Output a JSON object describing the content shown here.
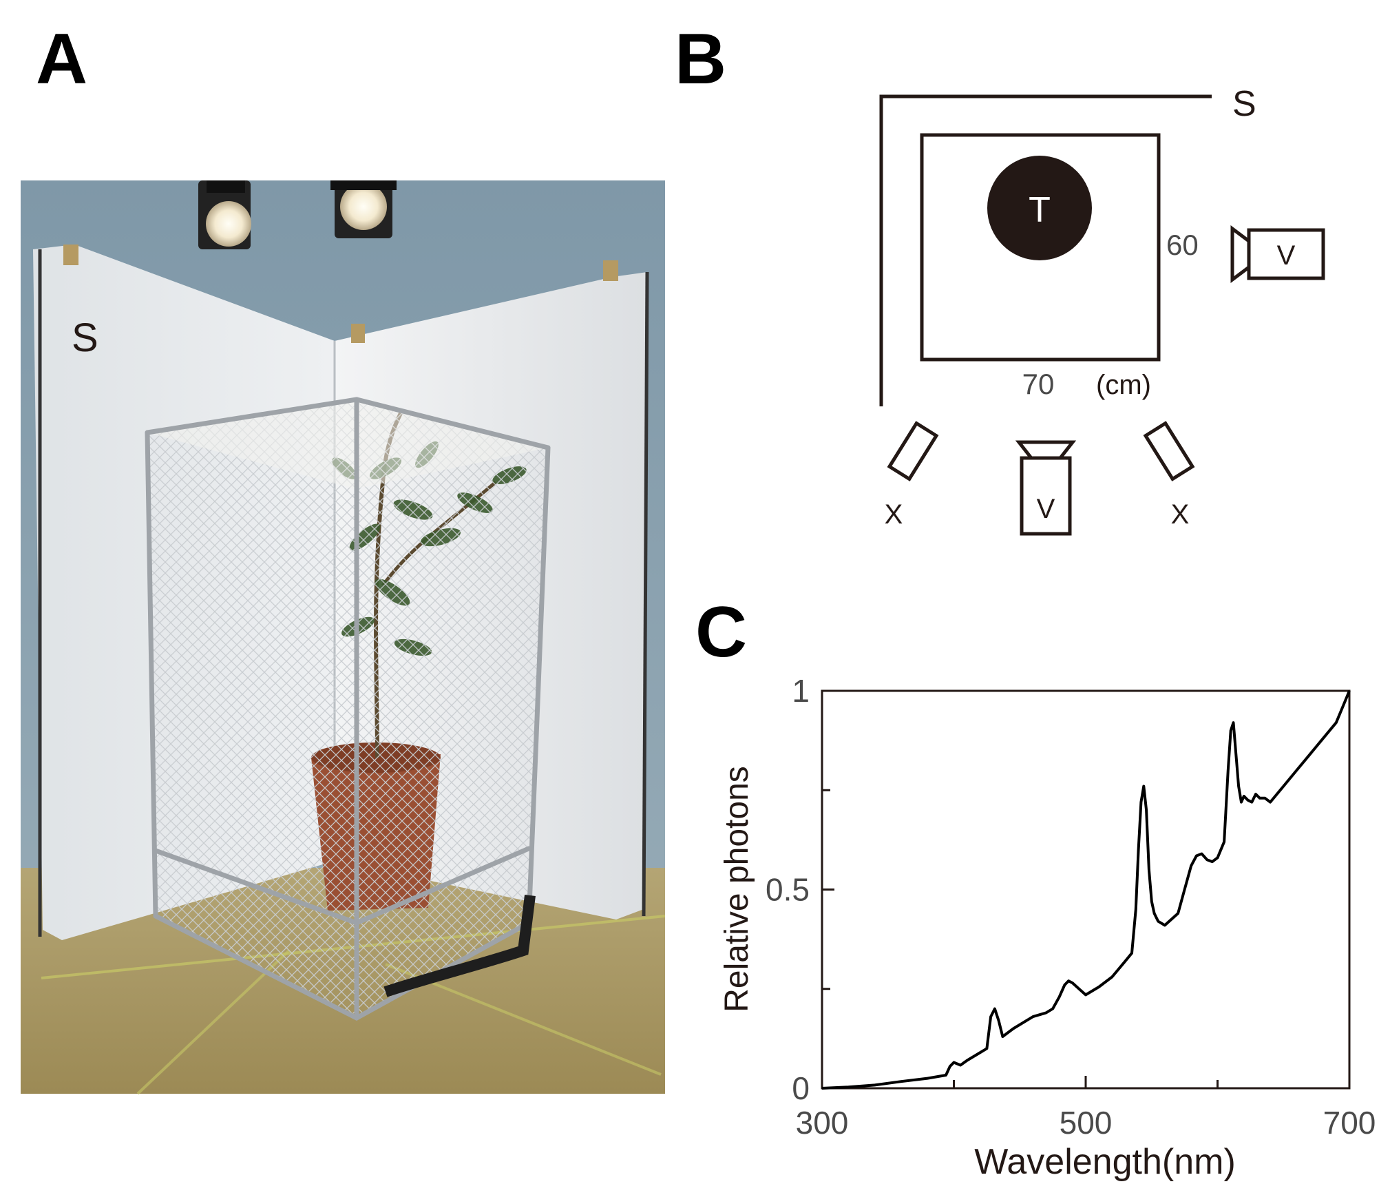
{
  "figure": {
    "panels": {
      "a": "A",
      "b": "B",
      "c": "C"
    }
  },
  "photo": {
    "screen_label": "S"
  },
  "diagram": {
    "screen_label": "S",
    "target_label": "T",
    "video_label_side": "V",
    "video_label_front": "V",
    "xenon_label_left": "X",
    "xenon_label_right": "X",
    "dim_width": "70",
    "dim_depth": "60",
    "dim_unit": "(cm)"
  },
  "chart_data": {
    "type": "line",
    "xlabel": "Wavelength(nm)",
    "ylabel": "Relative photons",
    "xlim": [
      300,
      700
    ],
    "ylim": [
      0,
      1
    ],
    "x_ticks": [
      300,
      500,
      700
    ],
    "x_tick_labels": [
      "300",
      "500",
      "700"
    ],
    "x_minor_ticks": [
      400,
      600
    ],
    "y_ticks": [
      0,
      0.5,
      1
    ],
    "y_tick_labels": [
      "0",
      "0.5",
      "1"
    ],
    "y_minor_ticks": [
      0.25,
      0.75
    ],
    "grid": false,
    "series": [
      {
        "x": [
          300,
          320,
          340,
          360,
          380,
          394,
          397,
          400,
          405,
          410,
          420,
          425,
          428,
          431,
          434,
          437,
          445,
          460,
          470,
          475,
          480,
          484,
          487,
          490,
          495,
          500,
          510,
          520,
          530,
          535,
          538,
          540,
          542,
          544,
          546,
          548,
          550,
          552,
          555,
          560,
          570,
          575,
          580,
          584,
          588,
          592,
          596,
          600,
          605,
          608,
          610,
          612,
          614,
          616,
          618,
          620,
          623,
          626,
          629,
          632,
          636,
          640,
          650,
          660,
          670,
          680,
          690,
          695,
          700
        ],
        "y": [
          0,
          0.003,
          0.008,
          0.017,
          0.025,
          0.033,
          0.055,
          0.065,
          0.058,
          0.07,
          0.09,
          0.1,
          0.18,
          0.2,
          0.17,
          0.13,
          0.15,
          0.18,
          0.19,
          0.2,
          0.23,
          0.26,
          0.27,
          0.265,
          0.25,
          0.235,
          0.255,
          0.28,
          0.32,
          0.34,
          0.45,
          0.6,
          0.72,
          0.76,
          0.7,
          0.55,
          0.47,
          0.44,
          0.42,
          0.41,
          0.44,
          0.5,
          0.56,
          0.585,
          0.59,
          0.575,
          0.57,
          0.58,
          0.62,
          0.8,
          0.9,
          0.92,
          0.84,
          0.76,
          0.72,
          0.735,
          0.725,
          0.72,
          0.74,
          0.73,
          0.73,
          0.72,
          0.76,
          0.8,
          0.84,
          0.88,
          0.92,
          0.96,
          1.0
        ]
      }
    ]
  }
}
